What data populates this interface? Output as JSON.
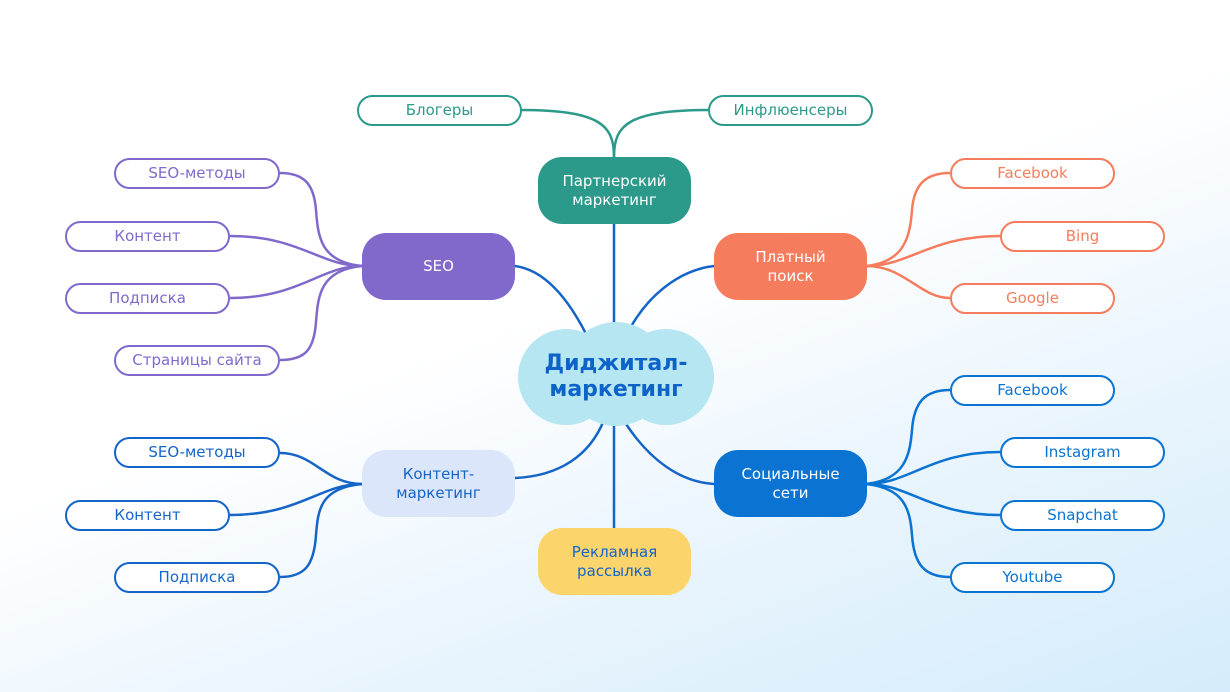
{
  "colors": {
    "center_fill": "#b6e6f2",
    "center_text": "#0e63c8",
    "main_link": "#1565c8",
    "partner": "#2c9a8a",
    "seo": "#8169cb",
    "paid": "#f57c5d",
    "social": "#0b73d1",
    "content_fill": "#dbe6fa",
    "content_text": "#1564c8",
    "content_link": "#1565c8",
    "newsletter_fill": "#fbd56c",
    "newsletter_text": "#1564c8"
  },
  "center": {
    "label_line1": "Диджитал-",
    "label_line2": "маркетинг"
  },
  "branches": {
    "partner": {
      "label": "Партнерский маркетинг",
      "children": [
        "Блогеры",
        "Инфлюенсеры"
      ]
    },
    "seo": {
      "label": "SEO",
      "children": [
        "SEO-методы",
        "Контент",
        "Подписка",
        "Страницы сайта"
      ]
    },
    "paid": {
      "label": "Платный поиск",
      "children": [
        "Facebook",
        "Bing",
        "Google"
      ]
    },
    "content": {
      "label": "Контент-маркетинг",
      "children": [
        "SEO-методы",
        "Контент",
        "Подписка"
      ]
    },
    "social": {
      "label": "Социальные сети",
      "children": [
        "Facebook",
        "Instagram",
        "Snapchat",
        "Youtube"
      ]
    },
    "newsletter": {
      "label": "Рекламная рассылка"
    }
  }
}
